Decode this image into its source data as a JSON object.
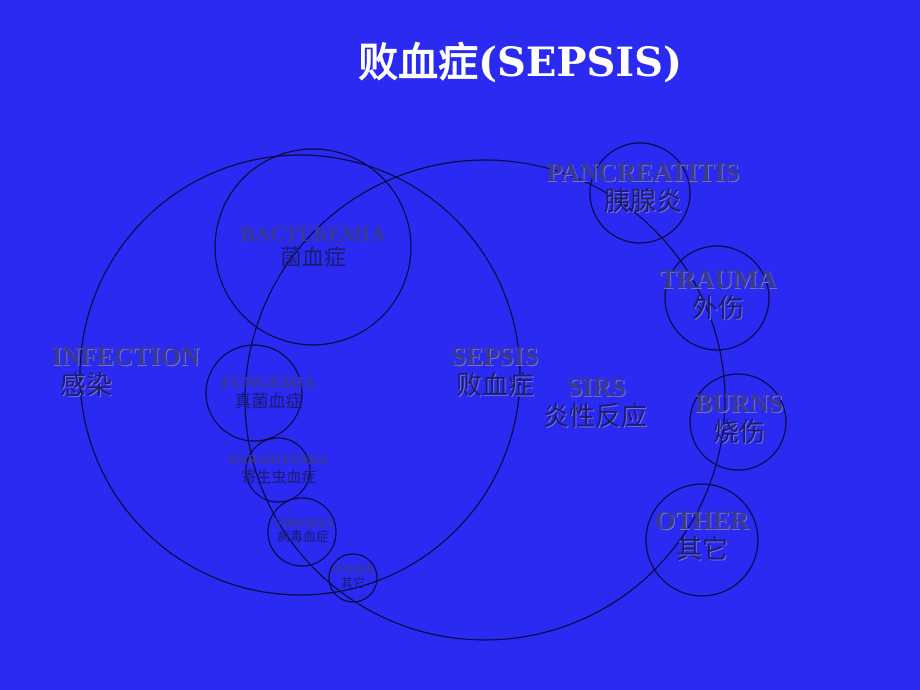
{
  "title": "败血症(SEPSIS)",
  "colors": {
    "background": "#2a2af2",
    "title": "#ffffff",
    "label": "#3a3a8c",
    "outline": "#0a0a3c"
  },
  "labels": {
    "infection": {
      "en": "INFECTION",
      "zh": "感染"
    },
    "bacteremia": {
      "en": "BACTEREMIA",
      "zh": "菌血症"
    },
    "fungemia": {
      "en": "FUNGEMIA",
      "zh": "真菌血症"
    },
    "parasitemia": {
      "en": "PARASITEMIA",
      "zh": "寄生虫血症"
    },
    "viremia": {
      "en": "VIREMIA",
      "zh": "病毒血症"
    },
    "other_small": {
      "en": "OTHER",
      "zh": "其它"
    },
    "sepsis": {
      "en": "SEPSIS",
      "zh": "败血症"
    },
    "sirs": {
      "en": "SIRS",
      "zh": "炎性反应"
    },
    "pancreatitis": {
      "en": "PANCREATITIS",
      "zh": "胰腺炎"
    },
    "trauma": {
      "en": "TRAUMA",
      "zh": "外伤"
    },
    "burns": {
      "en": "BURNS",
      "zh": "烧伤"
    },
    "other_large": {
      "en": "OTHER",
      "zh": "其它"
    }
  }
}
